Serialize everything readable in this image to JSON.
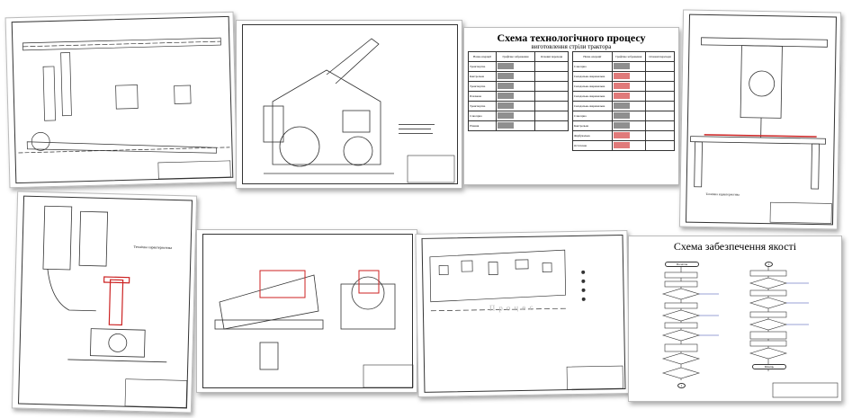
{
  "sheets": {
    "tech_process": {
      "title": "Схема технологічного процесу",
      "subtitle": "виготовлення стріли трактора",
      "headers": [
        "Назва операції",
        "Графічне зображення",
        "Основні переходи"
      ],
      "left_ops": [
        "Транспортна",
        "Контрольна",
        "Транспортна",
        "Плазмова",
        "Транспортна",
        "Слюсарна",
        "Різання"
      ],
      "right_ops": [
        "Слюсарна",
        "Складально-зварювальна",
        "Складально-зварювальна",
        "Складально-зварювальна",
        "Складально-зварювальна",
        "Слюсарна",
        "Контрольна",
        "Фарбувальна",
        "Остаточна"
      ],
      "red_right_rows": [
        1,
        2,
        3,
        7,
        8
      ]
    },
    "quality": {
      "title": "Схема забезпечення якості",
      "start": "Початок",
      "end": "Кінець",
      "connector": "1"
    },
    "characteristics_label": "Технічна характеристика",
    "process_label": "Процес"
  },
  "colors": {
    "accent_red": "#cc2222",
    "line": "#333333",
    "flow_blue": "#3344aa"
  }
}
